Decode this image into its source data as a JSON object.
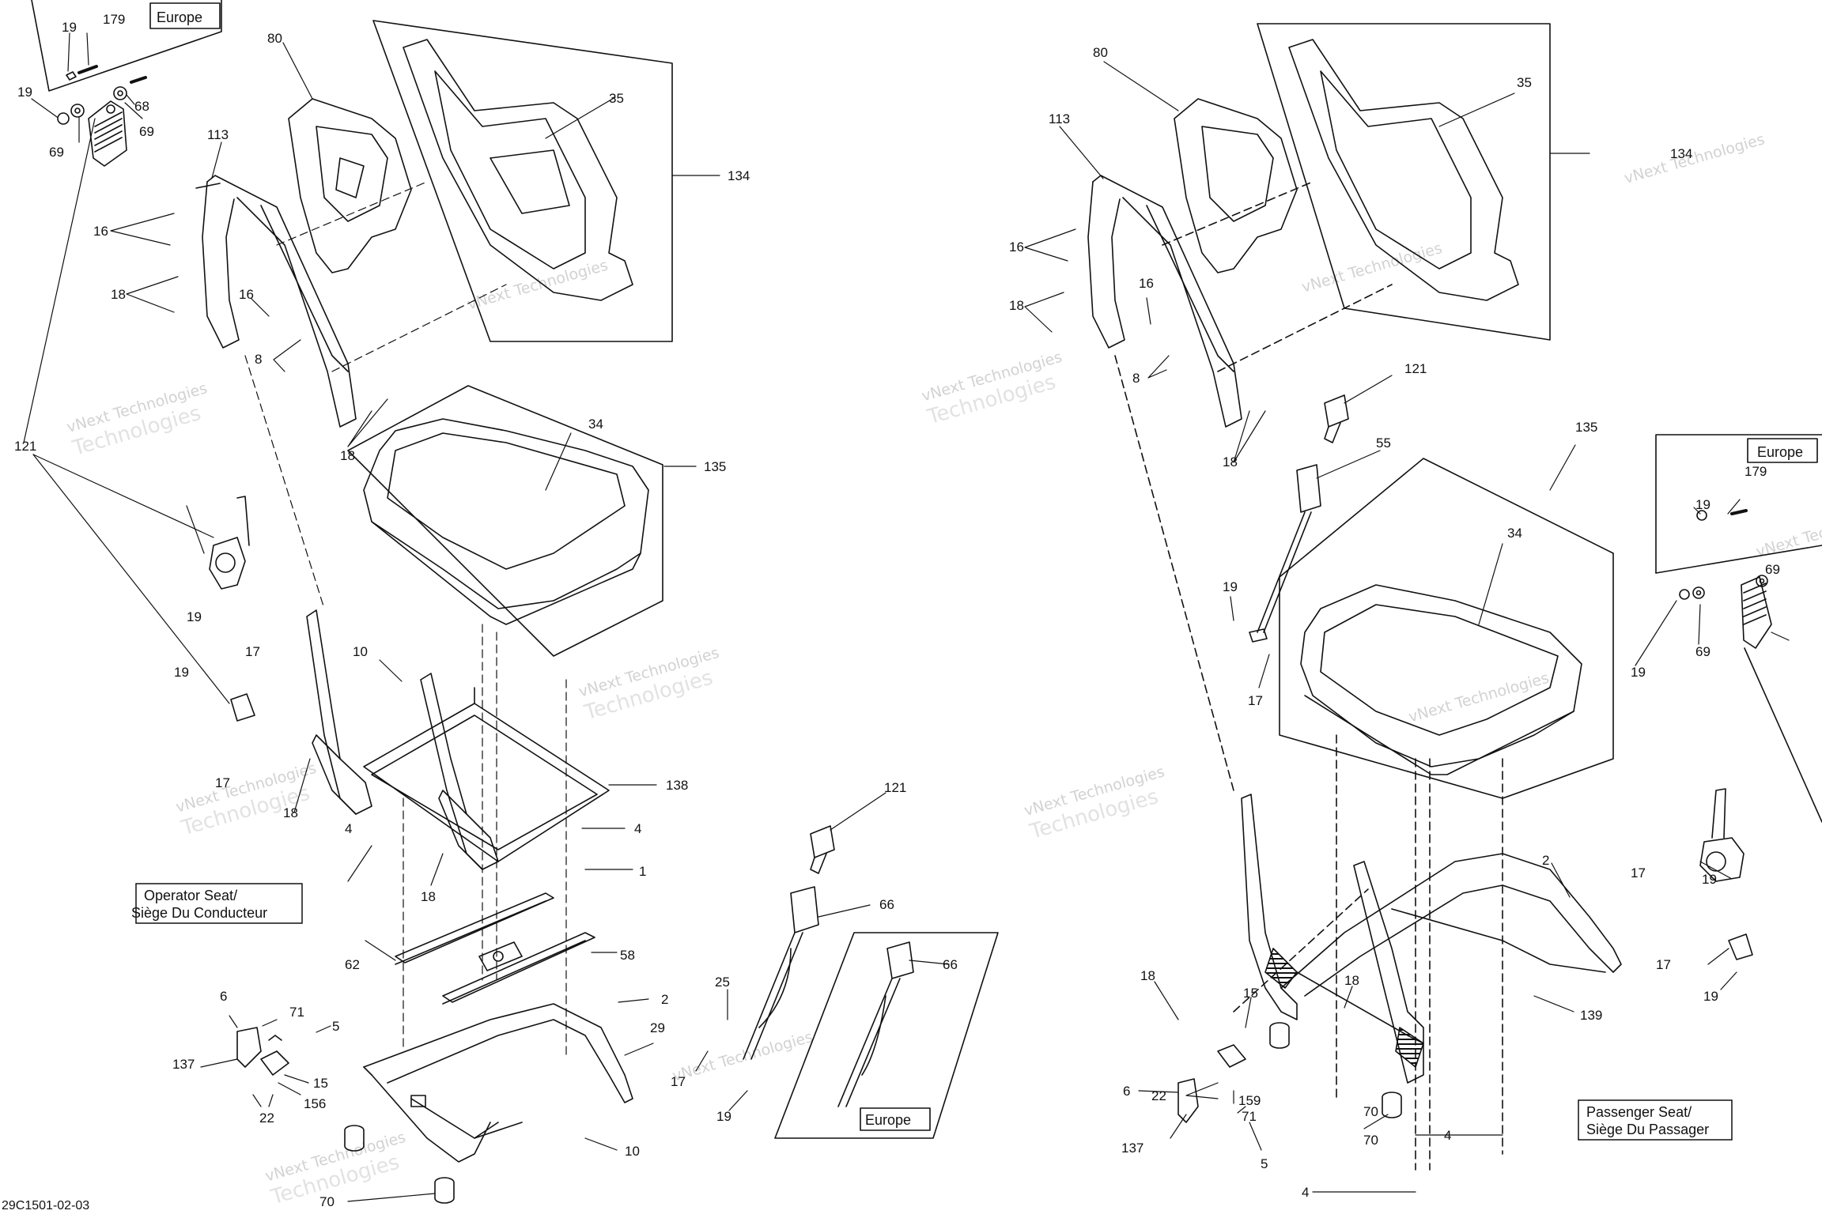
{
  "diagram": {
    "code": "29C1501-02-03",
    "labels": {
      "europe": "Europe",
      "operator_seat_en": "Operator Seat/",
      "operator_seat_fr": "Siège Du Conducteur",
      "passenger_seat_en": "Passenger Seat/",
      "passenger_seat_fr": "Siège Du Passager"
    },
    "watermark": {
      "line1": "vNext Technologies",
      "line2": "Technologies"
    },
    "callouts_left": [
      "19",
      "179",
      "19",
      "68",
      "69",
      "69",
      "80",
      "35",
      "134",
      "113",
      "16",
      "18",
      "16",
      "8",
      "18",
      "121",
      "19",
      "17",
      "19",
      "17",
      "34",
      "135",
      "10",
      "138",
      "18",
      "4",
      "4",
      "18",
      "1",
      "62",
      "58",
      "2",
      "29",
      "10",
      "70",
      "6",
      "71",
      "5",
      "137",
      "15",
      "156",
      "22",
      "121",
      "66",
      "25",
      "17",
      "19",
      "66"
    ],
    "callouts_right": [
      "80",
      "35",
      "134",
      "113",
      "16",
      "16",
      "18",
      "8",
      "18",
      "121",
      "55",
      "135",
      "34",
      "19",
      "17",
      "179",
      "19",
      "69",
      "19",
      "69",
      "2",
      "18",
      "15",
      "22",
      "159",
      "6",
      "71",
      "137",
      "5",
      "18",
      "70",
      "70",
      "4",
      "4",
      "139",
      "17",
      "19",
      "17",
      "19"
    ]
  }
}
